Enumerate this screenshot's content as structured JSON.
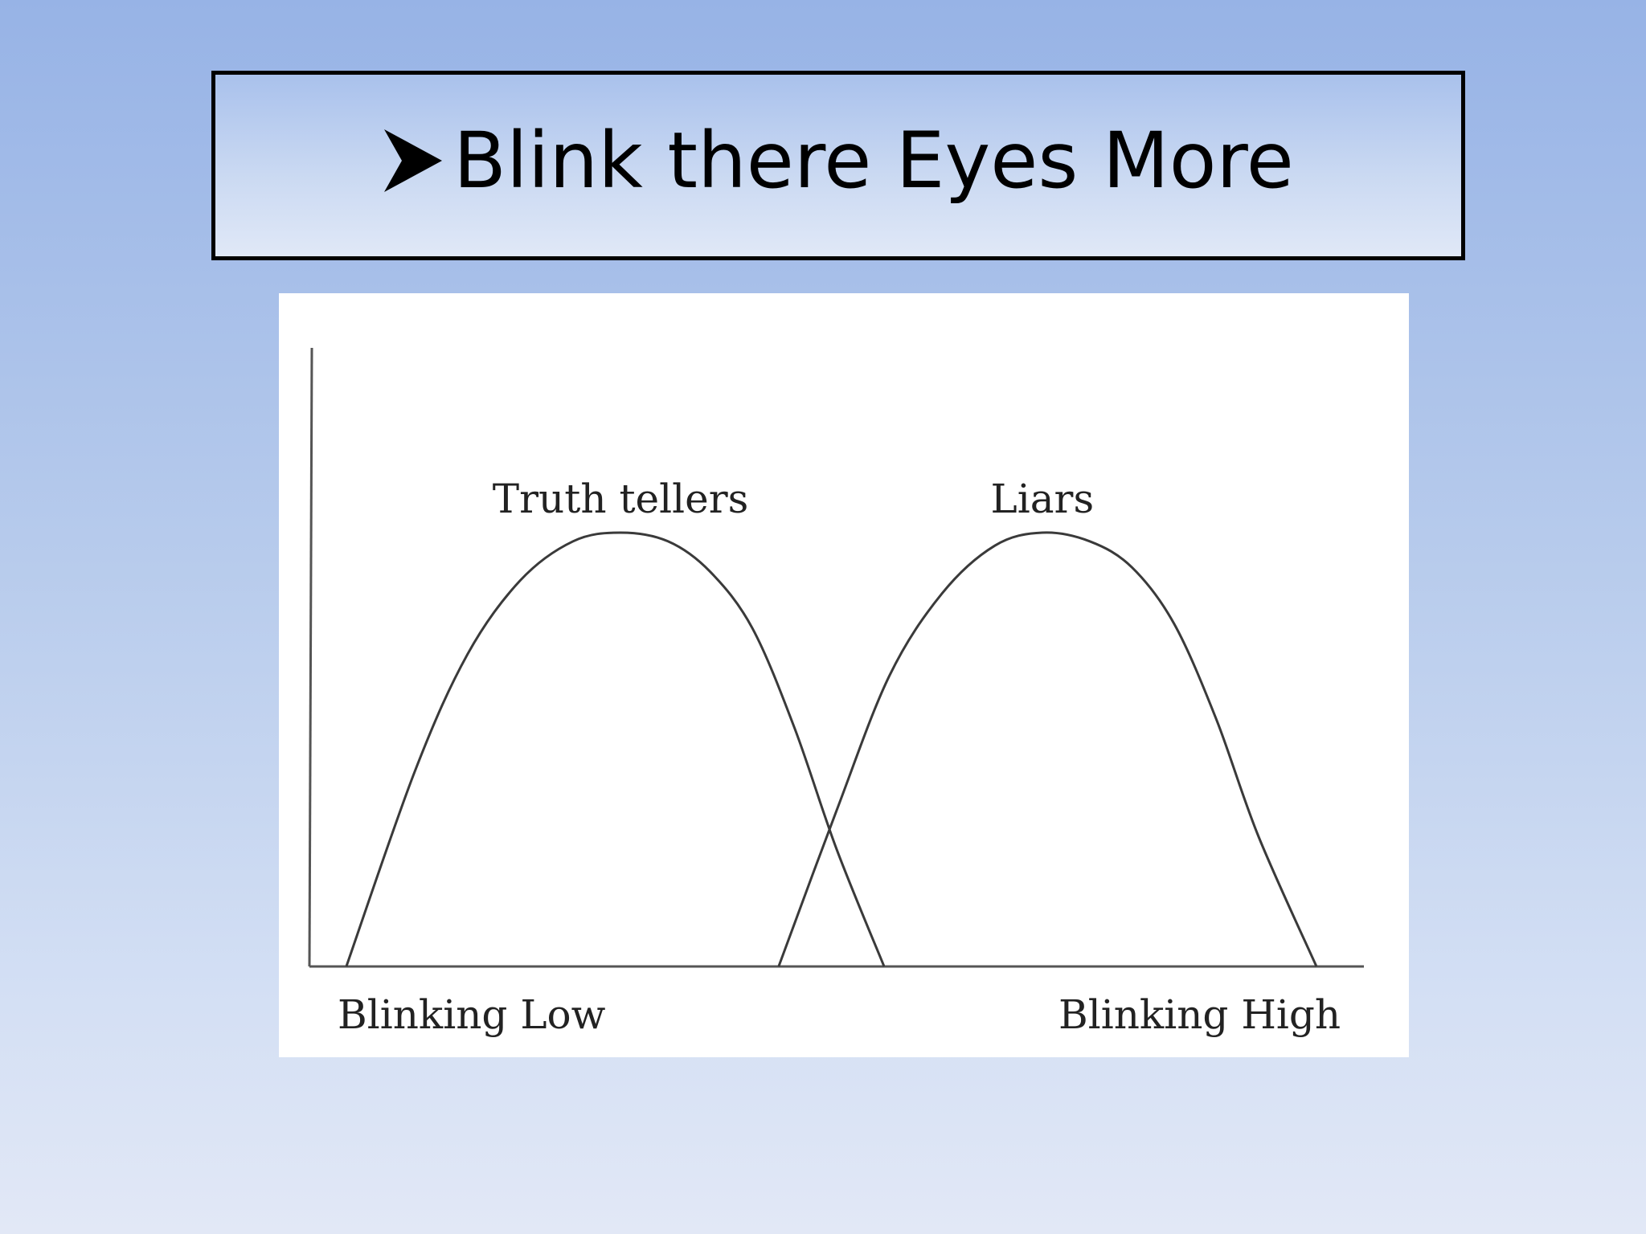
{
  "slide": {
    "title": "Blink there Eyes More",
    "bullet_icon": "arrow-bullet-icon"
  },
  "chart_data": {
    "type": "line",
    "title": "",
    "xlabel": "",
    "ylabel": "",
    "x_end_labels": {
      "left": "Blinking Low",
      "right": "Blinking High"
    },
    "xlim": [
      0,
      100
    ],
    "ylim": [
      0,
      1
    ],
    "grid": false,
    "legend": "none",
    "series": [
      {
        "name": "Truth tellers",
        "x": [
          3.5,
          10,
          15,
          20,
          25,
          29.5,
          34,
          38,
          42,
          46,
          50,
          54.5
        ],
        "y": [
          0.0,
          0.45,
          0.72,
          0.89,
          0.98,
          1.0,
          0.98,
          0.91,
          0.78,
          0.55,
          0.27,
          0.0
        ]
      },
      {
        "name": "Liars",
        "x": [
          44.5,
          50,
          55,
          60,
          65,
          69.5,
          74,
          78,
          82,
          86,
          90,
          95.5
        ],
        "y": [
          0.0,
          0.36,
          0.67,
          0.86,
          0.97,
          1.0,
          0.98,
          0.92,
          0.79,
          0.57,
          0.3,
          0.0
        ]
      }
    ]
  },
  "colors": {
    "background_top": "#97b3e6",
    "background_bottom": "#e2e8f6",
    "title_border": "#000000",
    "curve": "#3a3a3a",
    "axis": "#555555"
  }
}
